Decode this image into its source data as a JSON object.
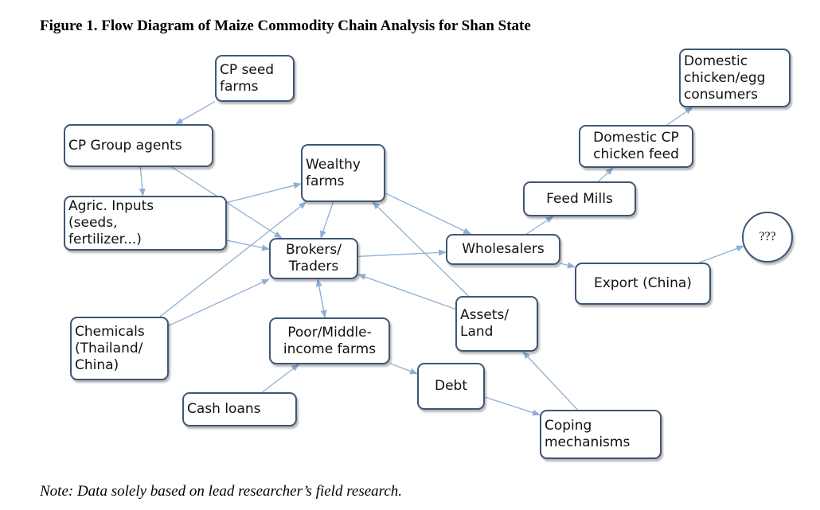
{
  "figure": {
    "title": "Figure 1. Flow Diagram of Maize Commodity Chain Analysis for Shan State",
    "note": "Note: Data solely based on lead researcher’s field research."
  },
  "nodes": {
    "cp_seed_farms": "CP seed\nfarms",
    "cp_group_agents": "CP Group agents",
    "agric_inputs": "Agric. Inputs\n(seeds,\nfertilizer...)",
    "wealthy_farms": "Wealthy\nfarms",
    "brokers_traders": "Brokers/\nTraders",
    "chemicals": "Chemicals\n(Thailand/\nChina)",
    "poor_middle_income_farms": "Poor/Middle-\nincome farms",
    "cash_loans": "Cash loans",
    "wholesalers": "Wholesalers",
    "feed_mills": "Feed Mills",
    "domestic_cp_chicken_feed": "Domestic CP\nchicken feed",
    "domestic_consumers": "Domestic\nchicken/egg\nconsumers",
    "export_china": "Export (China)",
    "unknown": "???",
    "assets_land": "Assets/\nLand",
    "debt": "Debt",
    "coping_mechanisms": "Coping\nmechanisms"
  },
  "edges": [
    {
      "from": "cp_seed_farms",
      "to": "cp_group_agents"
    },
    {
      "from": "cp_group_agents",
      "to": "agric_inputs"
    },
    {
      "from": "cp_group_agents",
      "to": "brokers_traders"
    },
    {
      "from": "agric_inputs",
      "to": "wealthy_farms"
    },
    {
      "from": "agric_inputs",
      "to": "brokers_traders"
    },
    {
      "from": "chemicals",
      "to": "wealthy_farms"
    },
    {
      "from": "chemicals",
      "to": "brokers_traders"
    },
    {
      "from": "wealthy_farms",
      "to": "brokers_traders"
    },
    {
      "from": "wealthy_farms",
      "to": "wholesalers"
    },
    {
      "from": "brokers_traders",
      "to": "wholesalers"
    },
    {
      "from": "brokers_traders",
      "to": "poor_middle_income_farms"
    },
    {
      "from": "poor_middle_income_farms",
      "to": "brokers_traders"
    },
    {
      "from": "cash_loans",
      "to": "poor_middle_income_farms"
    },
    {
      "from": "poor_middle_income_farms",
      "to": "debt"
    },
    {
      "from": "debt",
      "to": "coping_mechanisms"
    },
    {
      "from": "coping_mechanisms",
      "to": "assets_land"
    },
    {
      "from": "assets_land",
      "to": "brokers_traders"
    },
    {
      "from": "assets_land",
      "to": "wealthy_farms"
    },
    {
      "from": "wholesalers",
      "to": "feed_mills"
    },
    {
      "from": "wholesalers",
      "to": "export_china"
    },
    {
      "from": "feed_mills",
      "to": "domestic_cp_chicken_feed"
    },
    {
      "from": "domestic_cp_chicken_feed",
      "to": "domestic_consumers"
    },
    {
      "from": "export_china",
      "to": "unknown"
    }
  ],
  "colors": {
    "node_border": "#3f5677",
    "arrow": "#8fb0d6"
  }
}
